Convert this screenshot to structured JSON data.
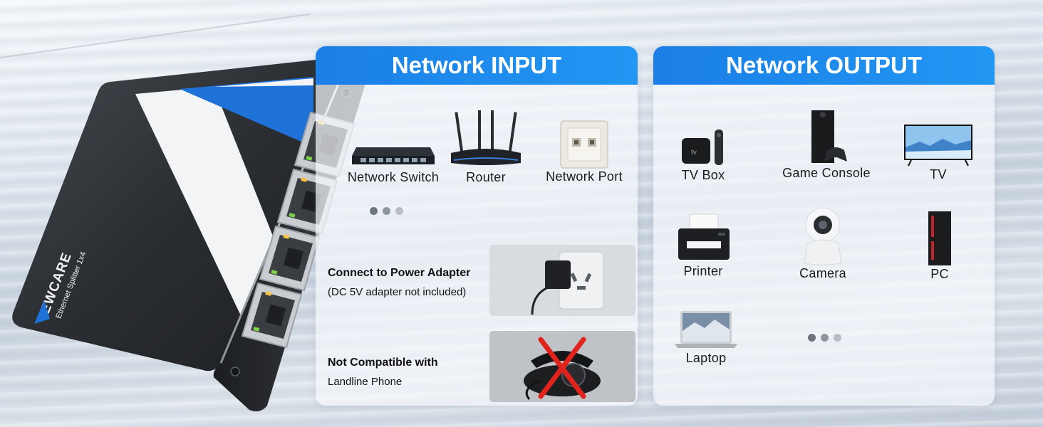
{
  "brand": {
    "name": "EWCARE",
    "product": "Ethernet Splitter 1x4"
  },
  "colors": {
    "accent_blue": "#1b7fe6",
    "device_body": "#2b2e33",
    "no_mark": "#e0231c"
  },
  "input_panel": {
    "title": "Network INPUT",
    "items": [
      {
        "label": "Network Switch",
        "icon": "network-switch-icon"
      },
      {
        "label": "Router",
        "icon": "router-icon"
      },
      {
        "label": "Network Port",
        "icon": "wall-port-icon"
      }
    ],
    "power_note": {
      "title": "Connect to Power Adapter",
      "subtitle": "(DC 5V adapter not included)"
    },
    "compat_note": {
      "title": "Not Compatible with",
      "subtitle": "Landline Phone"
    }
  },
  "output_panel": {
    "title": "Network OUTPUT",
    "items": [
      {
        "label": "TV Box",
        "icon": "tv-box-icon"
      },
      {
        "label": "Game Console",
        "icon": "game-console-icon"
      },
      {
        "label": "TV",
        "icon": "tv-icon"
      },
      {
        "label": "Printer",
        "icon": "printer-icon"
      },
      {
        "label": "Camera",
        "icon": "camera-icon"
      },
      {
        "label": "PC",
        "icon": "pc-icon"
      },
      {
        "label": "Laptop",
        "icon": "laptop-icon"
      }
    ]
  },
  "tv_box_logo": "tv"
}
